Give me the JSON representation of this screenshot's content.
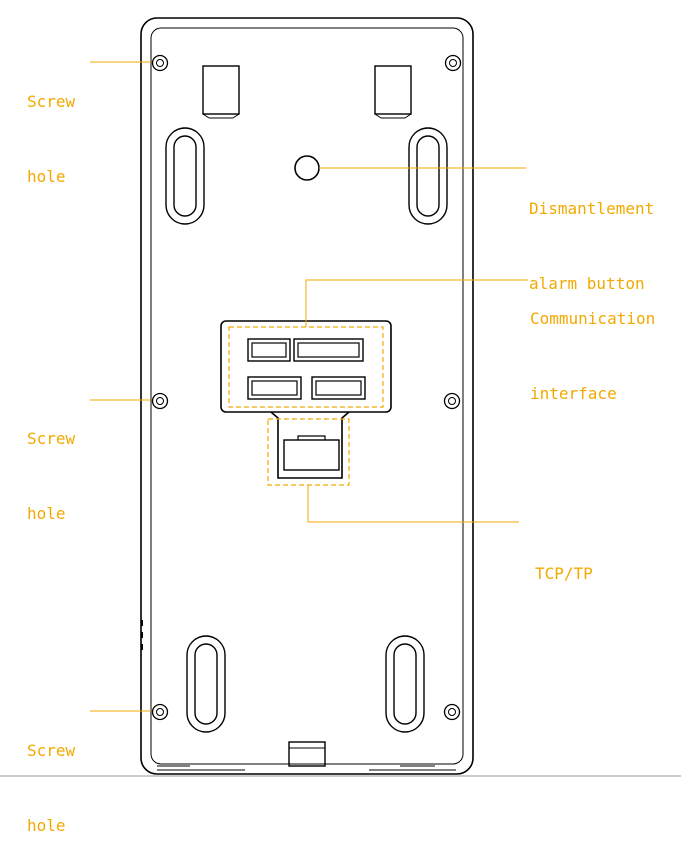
{
  "labels": {
    "screw_top": [
      "Screw",
      "hole"
    ],
    "screw_mid": [
      "Screw",
      "hole"
    ],
    "screw_bottom": [
      "Screw",
      "hole"
    ],
    "dismantlement": [
      "Dismantlement",
      "alarm button"
    ],
    "communication": [
      "Communication",
      "interface"
    ],
    "tcp": "TCP/TP"
  },
  "colors": {
    "line": "#000000",
    "callout": "#f2a900",
    "text": "#f2a900"
  }
}
